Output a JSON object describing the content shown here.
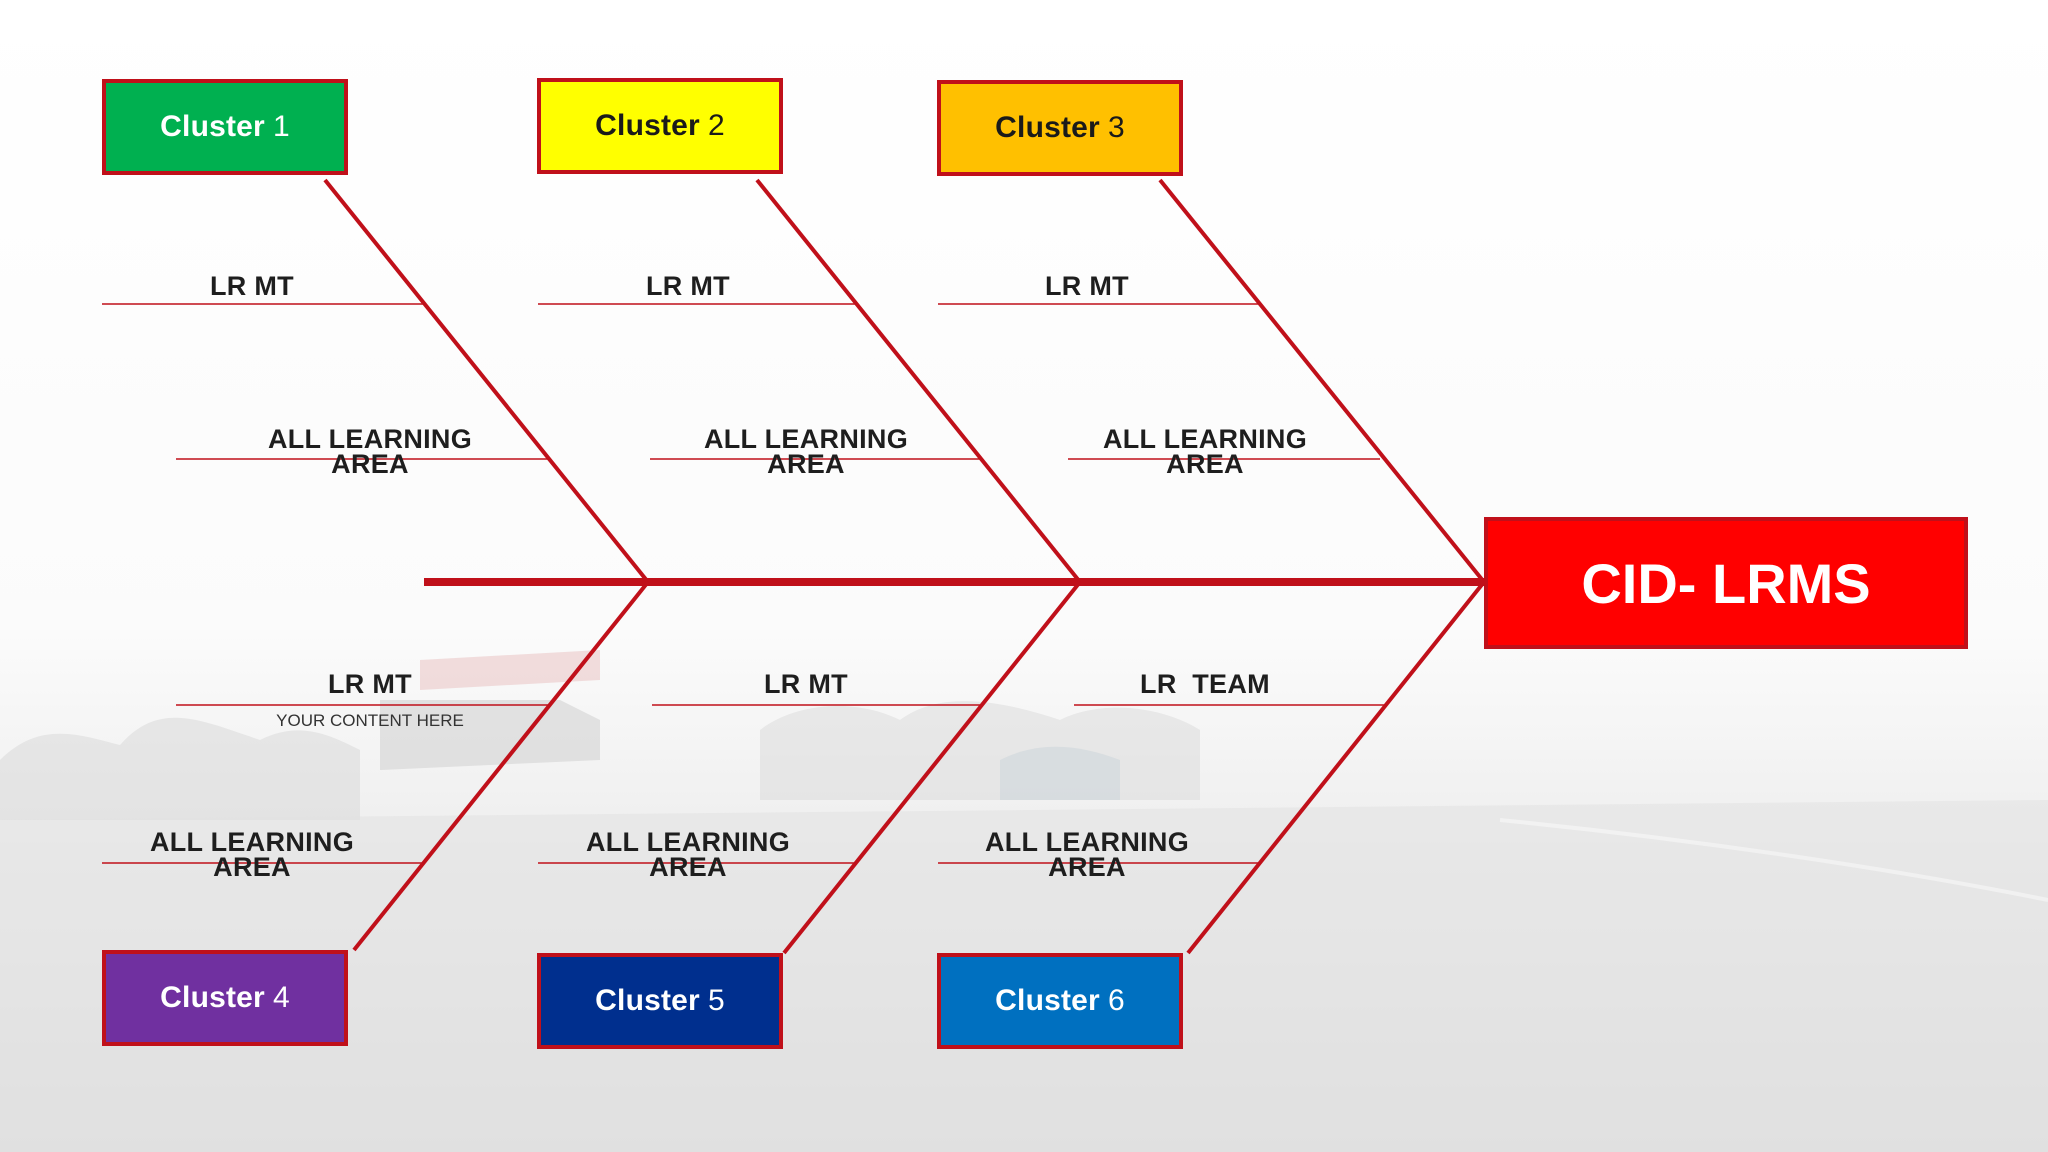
{
  "head": {
    "label": "CID- LRMS",
    "color": "#ff0000"
  },
  "clusters": [
    {
      "word": "Cluster",
      "num": "1",
      "color": "#00b050",
      "text_color": "#ffffff"
    },
    {
      "word": "Cluster",
      "num": "2",
      "color": "#ffff00",
      "text_color": "#1a1a1a"
    },
    {
      "word": "Cluster",
      "num": "3",
      "color": "#ffc000",
      "text_color": "#1a1a1a"
    },
    {
      "word": "Cluster",
      "num": "4",
      "color": "#7030a0",
      "text_color": "#ffffff"
    },
    {
      "word": "Cluster",
      "num": "5",
      "color": "#002f8e",
      "text_color": "#ffffff"
    },
    {
      "word": "Cluster",
      "num": "6",
      "color": "#0070c0",
      "text_color": "#ffffff"
    }
  ],
  "labels": {
    "c1_a": "LR MT",
    "c1_b": "ALL LEARNING\nAREA",
    "c2_a": "LR MT",
    "c2_b": "ALL LEARNING\nAREA",
    "c3_a": "LR MT",
    "c3_b": "ALL LEARNING\nAREA",
    "c4_a": "LR MT",
    "c4_note": "YOUR CONTENT HERE",
    "c4_b": "ALL LEARNING\nAREA",
    "c5_a": "LR MT",
    "c5_b": "ALL LEARNING\nAREA",
    "c6_a": "LR  TEAM",
    "c6_b": "ALL LEARNING\nAREA"
  },
  "colors": {
    "bone": "#c0101a"
  }
}
